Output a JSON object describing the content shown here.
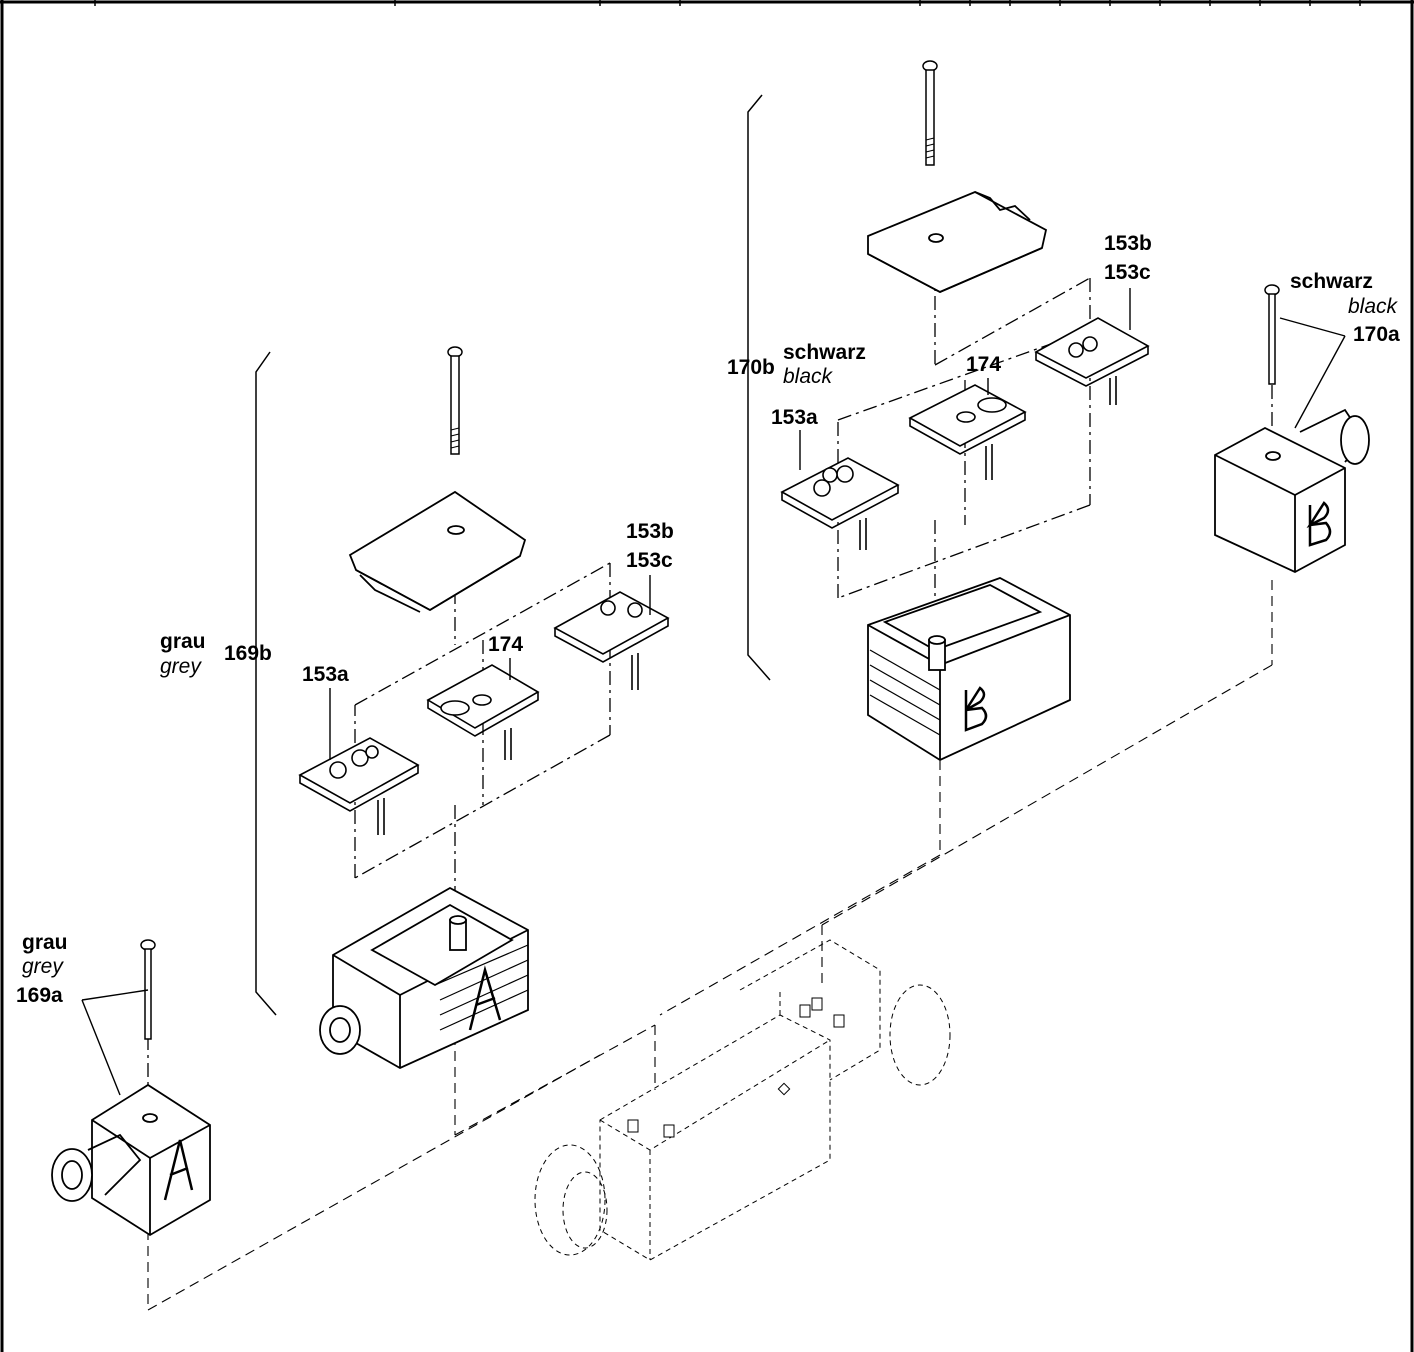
{
  "labels": {
    "grau": "grau",
    "grey": "grey",
    "schwarz": "schwarz",
    "black": "black",
    "p169a": "169a",
    "p169b": "169b",
    "p170a": "170a",
    "p170b": "170b",
    "p153a": "153a",
    "p153b": "153b",
    "p153c": "153c",
    "p174": "174"
  }
}
